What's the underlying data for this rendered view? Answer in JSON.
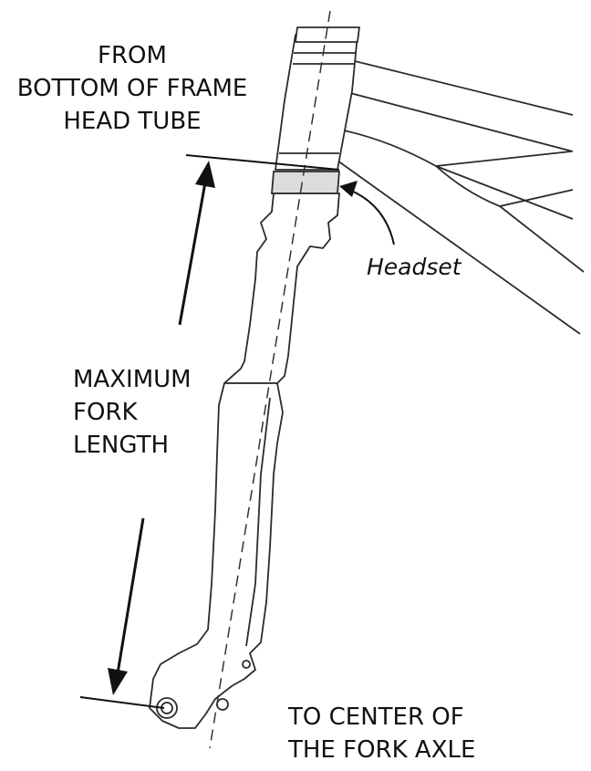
{
  "labels": {
    "from": [
      "FROM",
      "BOTTOM OF FRAME",
      "HEAD TUBE"
    ],
    "max": [
      "MAXIMUM",
      "FORK",
      "LENGTH"
    ],
    "to": [
      "TO CENTER OF",
      "THE FORK AXLE"
    ],
    "headset": "Headset"
  },
  "colors": {
    "headset_band": "#dcdcdc",
    "line": "#2b2b2b",
    "text": "#111111"
  }
}
